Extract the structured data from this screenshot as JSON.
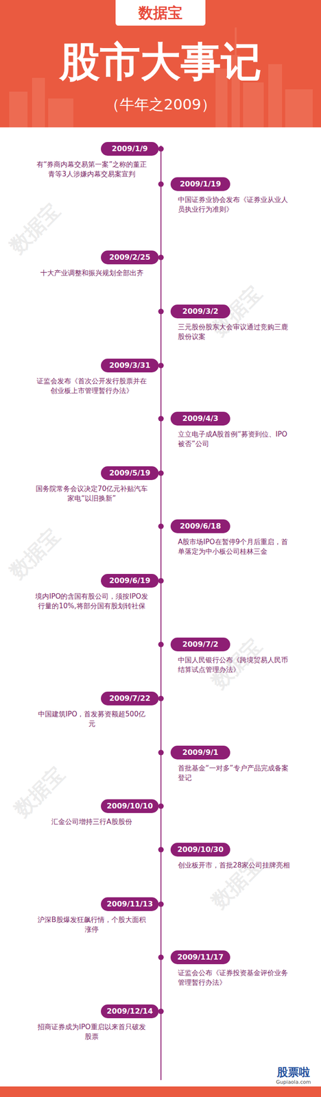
{
  "diagram": {
    "title": "股市大事记",
    "nodes": [
      {
        "text": [
          "2009/1/9",
          "有“券商内幕交易第一案”之称的董正青等3人涉嫌内幕交易案宣判"
        ]
      },
      {
        "text": [
          "2009/1/19",
          "中国证券业协会发布《证券业从业人员执业行为准则》"
        ]
      },
      {
        "text": [
          "2009/2/25",
          "十大产业调整和振兴规划全部出齐"
        ]
      },
      {
        "text": [
          "2009/3/2",
          "三元股份股东大会审议通过竞购三鹿股份议案"
        ]
      },
      {
        "text": [
          "2009/3/31",
          "证监会发布《首次公开发行股票并在创业板上市管理暂行办法》"
        ]
      },
      {
        "text": [
          "2009/4/3",
          "立立电子成A股首例“募资到位、IPO被否”公司"
        ]
      },
      {
        "text": [
          "2009/5/19",
          "国务院常务会议决定70亿元补贴汽车家电“以旧换新”"
        ]
      },
      {
        "text": [
          "2009/6/18",
          "A股市场IPO在暂停9个月后重启，首单落定为中小板公司桂林三金"
        ]
      },
      {
        "text": [
          "2009/6/19",
          "境内IPO的含国有股公司，须按IPO发行量的10%,将部分国有股划转社保"
        ]
      },
      {
        "text": [
          "2009/7/2",
          "中国人民银行公布《跨境贸易人民币结算试点管理办法》"
        ]
      },
      {
        "text": [
          "2009/7/22",
          "中国建筑IPO，首发募资额超500亿元"
        ]
      },
      {
        "text": [
          "2009/9/1",
          "首批基金“一对多”专户产品完成备案登记"
        ]
      },
      {
        "text": [
          "2009/10/10",
          "汇金公司增持三行A股股份"
        ]
      },
      {
        "text": [
          "2009/10/30",
          "创业板开市，首批28家公司挂牌亮相"
        ]
      },
      {
        "text": [
          "2009/11/13",
          "沪深B股爆发狂飙行情，个股大面积涨停"
        ]
      },
      {
        "text": [
          "2009/11/17",
          "证监会公布《证券投资基金评价业务管理暂行办法》"
        ]
      },
      {
        "text": [
          "2009/12/14",
          "招商证券成为IPO重启以来首只破发股票"
        ]
      }
    ],
    "labels": [
      "数据宝",
      "（牛年之2009）",
      "数据宝",
      "数据宝",
      "数据宝",
      "数据宝",
      "数据宝",
      "数据宝",
      "股票啦",
      "Gupiaola.com"
    ]
  }
}
